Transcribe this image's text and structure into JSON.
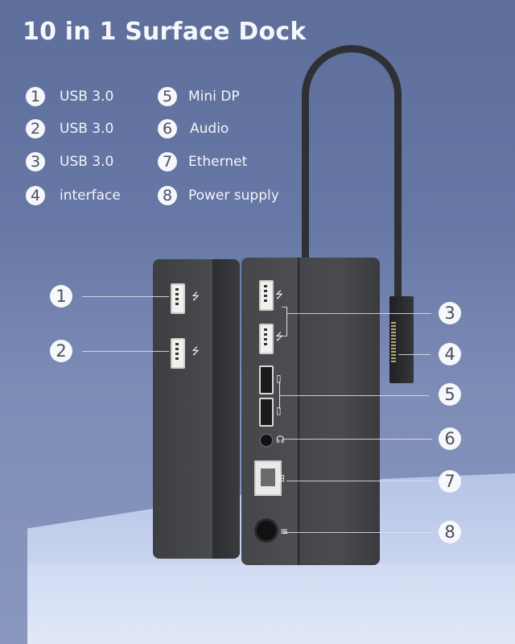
{
  "title": "10 in 1 Surface Dock",
  "legend": [
    {
      "num": "1",
      "label": "USB 3.0"
    },
    {
      "num": "2",
      "label": "USB 3.0"
    },
    {
      "num": "3",
      "label": "USB 3.0"
    },
    {
      "num": "4",
      "label": "interface"
    },
    {
      "num": "5",
      "label": "Mini DP"
    },
    {
      "num": "6",
      "label": "Audio"
    },
    {
      "num": "7",
      "label": "Ethernet"
    },
    {
      "num": "8",
      "label": "Power supply"
    }
  ],
  "callouts": {
    "c1": "1",
    "c2": "2",
    "c3": "3",
    "c4": "4",
    "c5": "5",
    "c6": "6",
    "c7": "7",
    "c8": "8"
  },
  "icons": {
    "usb": "usb-icon",
    "mini_dp": "mini-displayport-icon",
    "audio": "headset-icon",
    "ethernet": "network-icon",
    "power": "dc-power-icon"
  },
  "colors": {
    "background": "#6575a3",
    "device": "#434448",
    "callout_bg": "#f7f8fb",
    "text": "#f5f7fb"
  }
}
